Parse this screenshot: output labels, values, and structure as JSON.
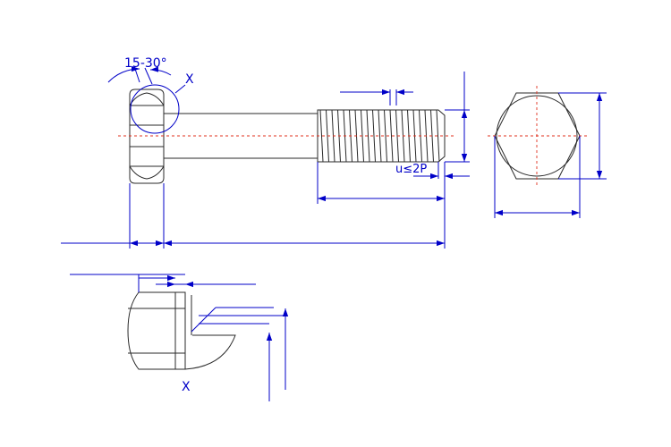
{
  "labels": {
    "angle": "15-30°",
    "detail_top": "X",
    "detail_bottom": "X",
    "thread_runout": "u≤2P"
  },
  "colors": {
    "part_line": "#2a2a2a",
    "dimension": "#0000c8",
    "centerline": "#e0301e"
  }
}
